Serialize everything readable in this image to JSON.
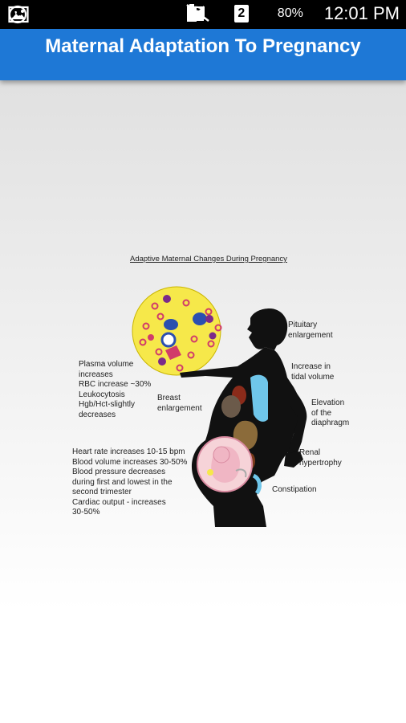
{
  "status_bar": {
    "battery_percent": "80%",
    "time": "12:01 PM",
    "badge": "2"
  },
  "app_bar": {
    "title": "Maternal Adaptation To Pregnancy"
  },
  "diagram": {
    "title": "Adaptive Maternal Changes During Pregnancy",
    "labels": {
      "pituitary": "Pituitary\nenlargement",
      "tidal_volume": "Increase in\ntidal volume",
      "diaphragm": "Elevation\nof the\ndiaphragm",
      "renal": "Renal\nhypertrophy",
      "constipation": "Constipation",
      "breast": "Breast\nenlargement",
      "blood": "Plasma volume\nincreases\nRBC increase ~30%\nLeukocytosis\nHgb/Hct-slightly\ndecreases",
      "cardio": "Heart rate increases 10-15 bpm\nBlood volume increases 30-50%\nBlood pressure decreases\nduring first and lowest in the\nsecond trimester\nCardiac output - increases\n30-50%"
    }
  }
}
